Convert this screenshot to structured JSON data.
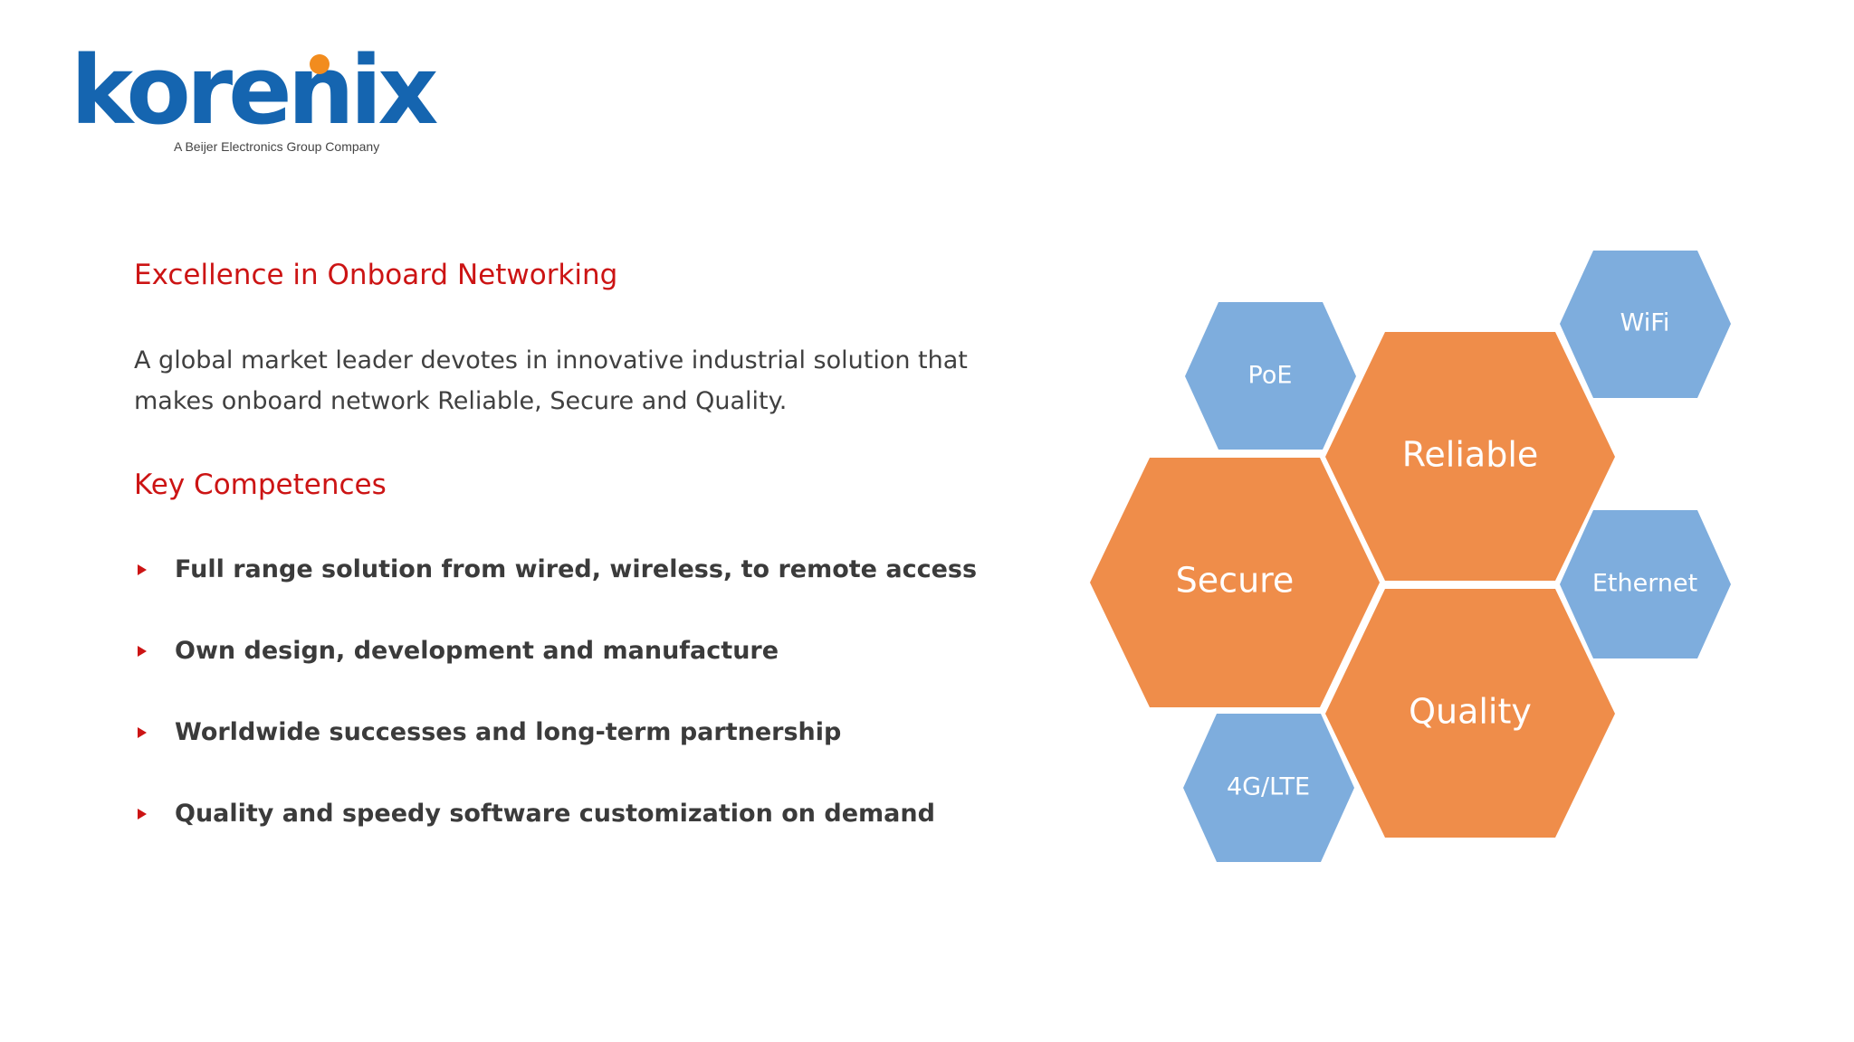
{
  "logo": {
    "word": "korenix",
    "tagline": "A Beijer Electronics Group Company"
  },
  "sections": {
    "excellence_heading": "Excellence in Onboard Networking",
    "intro_line1": "A global market leader devotes in innovative industrial solution that",
    "intro_line2": "makes onboard network Reliable, Secure and Quality.",
    "competences_heading": "Key Competences"
  },
  "competences": [
    "Full range solution from wired, wireless, to remote access",
    "Own design, development and manufacture",
    "Worldwide successes and long-term partnership",
    "Quality and speedy software customization on demand"
  ],
  "diagram": {
    "large": [
      "Reliable",
      "Secure",
      "Quality"
    ],
    "small": [
      "WiFi",
      "PoE",
      "Ethernet",
      "4G/LTE"
    ]
  },
  "colors": {
    "brand_blue": "#1565b0",
    "brand_orange": "#f28c1e",
    "heading_red": "#cc1414",
    "hex_orange": "#ef8d4a",
    "hex_blue": "#7eaddd"
  }
}
